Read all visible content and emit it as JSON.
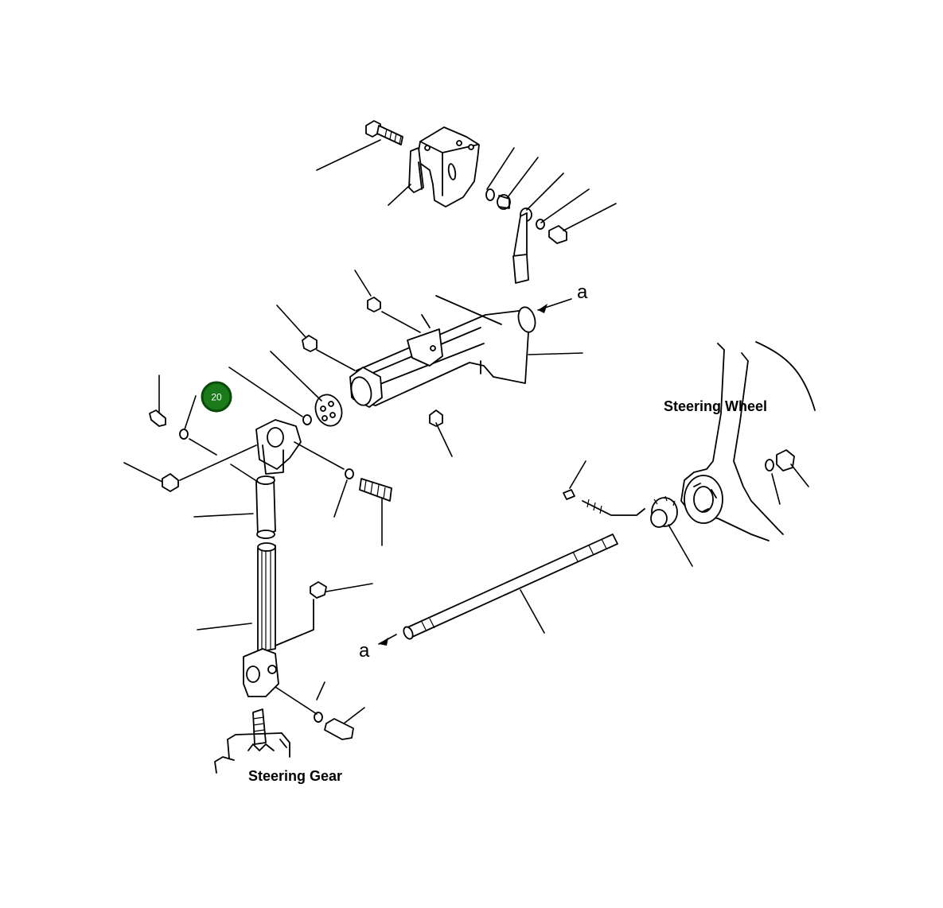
{
  "labels": {
    "steering_wheel": "Steering Wheel",
    "steering_gear": "Steering Gear",
    "ref_a_top": "a",
    "ref_a_bottom": "a"
  },
  "callouts": [
    {
      "number": "20",
      "color": "#1a7a1a",
      "ring_color": "#0a4a0a"
    }
  ]
}
